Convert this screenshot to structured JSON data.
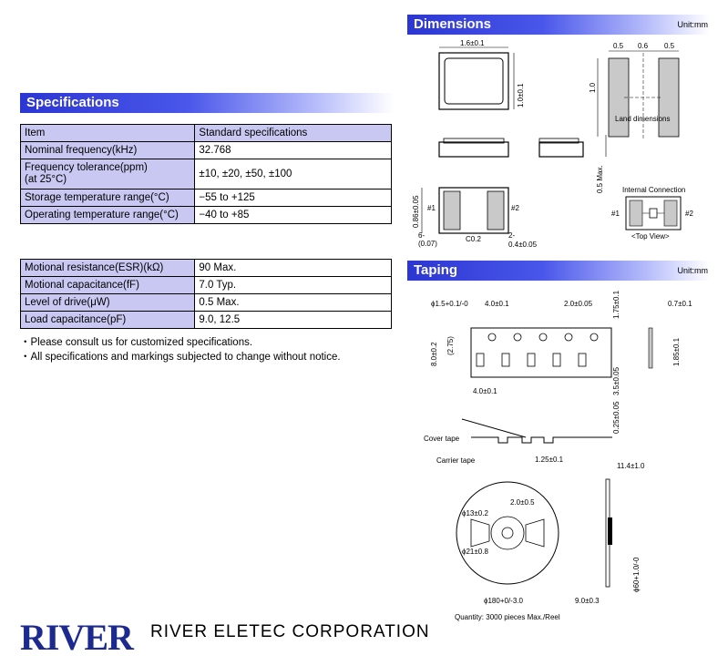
{
  "specifications": {
    "title": "Specifications",
    "table1": {
      "headers": [
        "Item",
        "Standard specifications"
      ],
      "rows": [
        {
          "item": "Nominal frequency(kHz)",
          "value": "32.768"
        },
        {
          "item": "Frequency tolerance(ppm)",
          "item2": "(at 25°C)",
          "value": "±10, ±20, ±50, ±100"
        },
        {
          "item": "Storage temperature range(°C)",
          "value": "−55 to +125"
        },
        {
          "item": "Operating temperature range(°C)",
          "value": "−40 to +85"
        }
      ]
    },
    "table2": {
      "rows": [
        {
          "item": "Motional resistance(ESR)(kΩ)",
          "value": "90 Max."
        },
        {
          "item": "Motional capacitance(fF)",
          "value": "7.0 Typ."
        },
        {
          "item": "Level of drive(μW)",
          "value": "0.5 Max."
        },
        {
          "item": "Load capacitance(pF)",
          "value": "9.0, 12.5"
        }
      ]
    },
    "notes": [
      "・Please consult us for customized specifications.",
      "・All specifications and markings subjected to change without notice."
    ]
  },
  "dimensions": {
    "title": "Dimensions",
    "unit": "Unit:mm",
    "labels": {
      "width": "1.6±0.1",
      "height": "1.0±0.1",
      "land_a": "0.5",
      "land_b": "0.6",
      "land_c": "0.5",
      "land_h": "1.0",
      "land_caption": "Land dimensions",
      "thickness": "0.5 Max.",
      "pad_h": "0.86±0.05",
      "pin1": "#1",
      "pin2": "#2",
      "chamfer_a": "6-",
      "chamfer_b": "(0.07)",
      "c02": "C0.2",
      "pad_w_a": "2-",
      "pad_w_b": "0.4±0.05",
      "internal_title": "Internal Connection",
      "top_view": "<Top View>"
    }
  },
  "taping": {
    "title": "Taping",
    "unit": "Unit:mm",
    "labels": {
      "hole": "ϕ1.5+0.1/-0",
      "pitch_top": "4.0±0.1",
      "p2": "2.0±0.05",
      "edge": "1.75±0.1",
      "tape_w": "8.0±0.2",
      "inner": "(2.75)",
      "pitch_bottom": "4.0±0.1",
      "f": "3.5±0.05",
      "t": "0.25±0.05",
      "t2": "0.7±0.1",
      "k": "1.85±0.1",
      "cover": "Cover tape",
      "carrier": "Carrier tape",
      "depth": "1.25±0.1",
      "reel_w": "11.4±1.0",
      "reel_slot": "2.0±0.5",
      "hub13": "ϕ13±0.2",
      "hub21": "ϕ21±0.8",
      "hub60": "ϕ60+1.0/-0",
      "reel_d": "ϕ180+0/-3.0",
      "reel_inner_w": "9.0±0.3",
      "quantity": "Quantity: 3000 pieces Max./Reel"
    }
  },
  "footer": {
    "logo": "RIVER",
    "company": "RIVER ELETEC CORPORATION"
  },
  "colors": {
    "banner": "#2b36d3",
    "table_header": "#c8c8f2",
    "logo": "#1c2a8f"
  }
}
